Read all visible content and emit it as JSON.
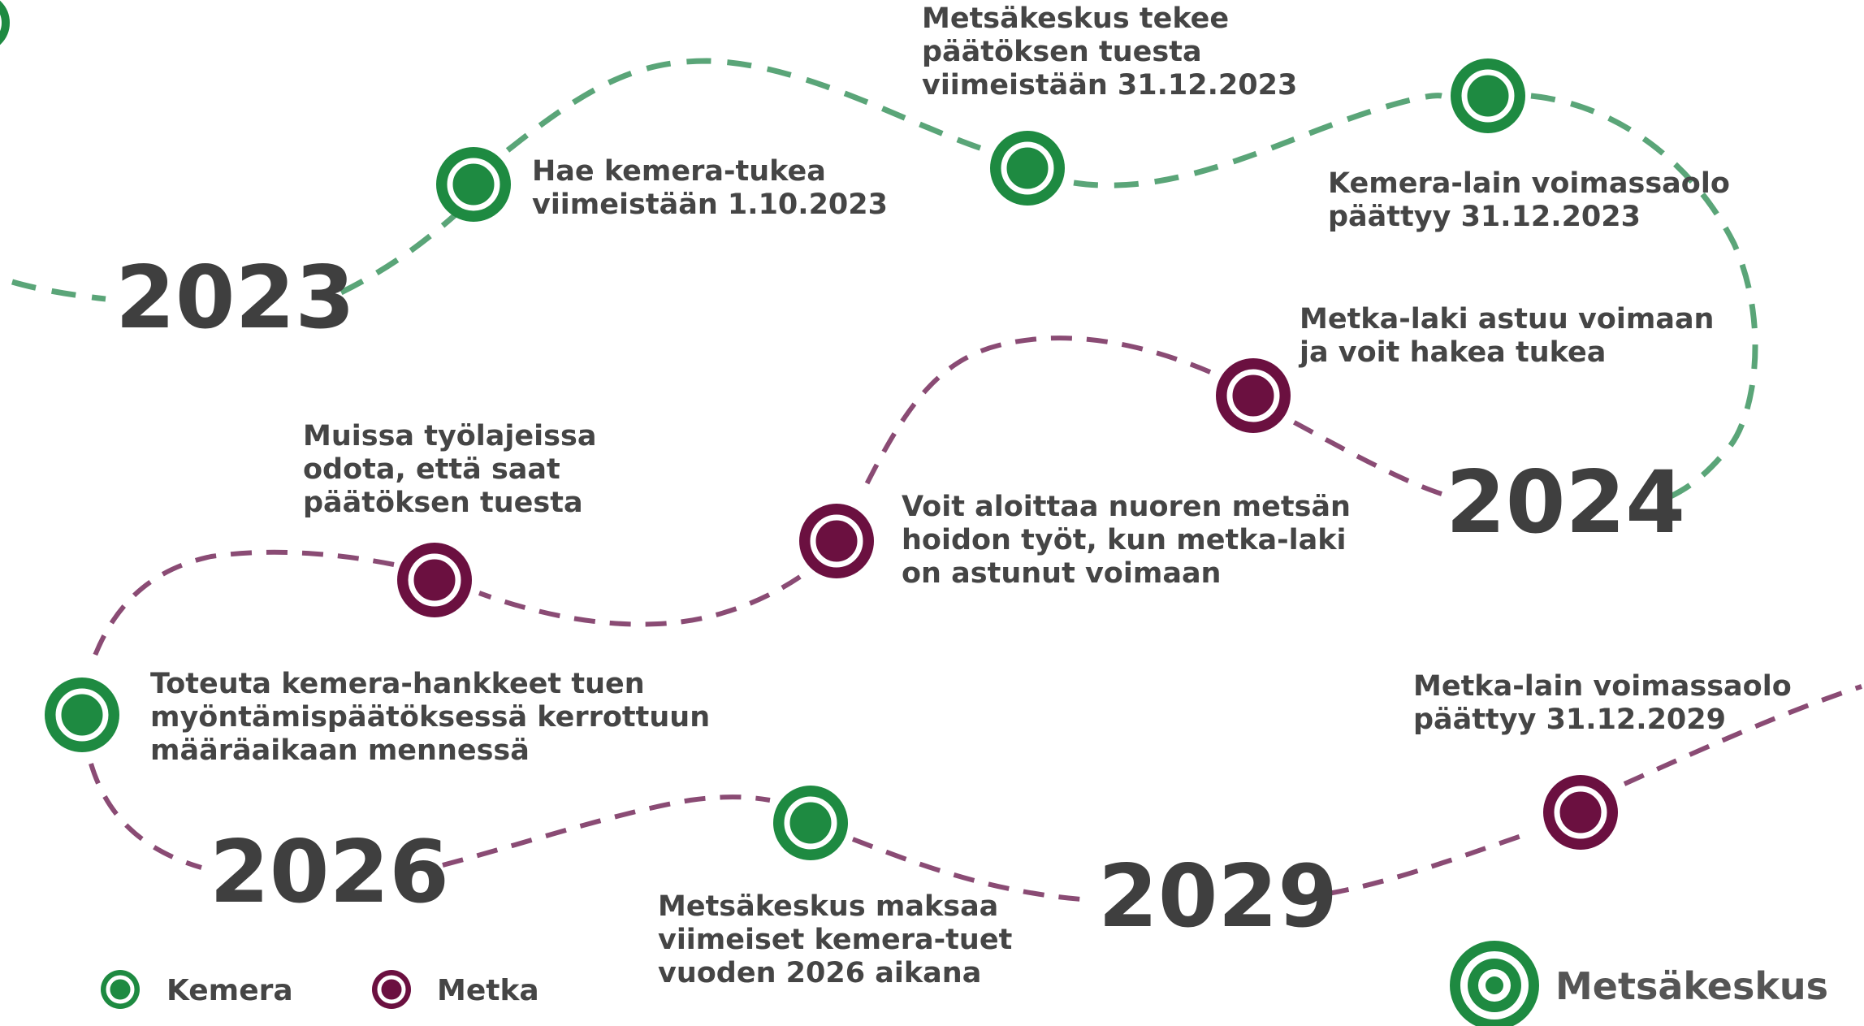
{
  "colors": {
    "kemera": "#1e8a41",
    "metka": "#6b1040",
    "kemera_path": "#5aa578",
    "metka_path": "#8a4b74",
    "text": "#454545"
  },
  "years": {
    "y2023": "2023",
    "y2024": "2024",
    "y2026": "2026",
    "y2029": "2029"
  },
  "milestones": [
    {
      "type": "kemera",
      "lines": [
        "Hae kemera-tukea",
        "viimeistään 1.10.2023"
      ]
    },
    {
      "type": "kemera",
      "lines": [
        "Metsäkeskus tekee",
        "päätöksen tuesta",
        "viimeistään 31.12.2023"
      ]
    },
    {
      "type": "kemera",
      "lines": [
        "Kemera-lain voimassaolo",
        "päättyy 31.12.2023"
      ]
    },
    {
      "type": "metka",
      "lines": [
        "Metka-laki astuu voimaan",
        "ja voit hakea tukea"
      ]
    },
    {
      "type": "metka",
      "lines": [
        "Voit aloittaa nuoren metsän",
        "hoidon työt, kun metka-laki",
        "on astunut voimaan"
      ]
    },
    {
      "type": "metka",
      "lines": [
        "Muissa työlajeissa",
        "odota, että saat",
        "päätöksen tuesta"
      ]
    },
    {
      "type": "kemera",
      "lines": [
        "Toteuta kemera-hankkeet tuen",
        "myöntämispäätöksessä kerrottuun",
        "määräaikaan mennessä"
      ]
    },
    {
      "type": "kemera",
      "lines": [
        "Metsäkeskus maksaa",
        "viimeiset kemera-tuet",
        "vuoden 2026 aikana"
      ]
    },
    {
      "type": "metka",
      "lines": [
        "Metka-lain voimassaolo",
        "päättyy 31.12.2029"
      ]
    }
  ],
  "legend": {
    "kemera": "Kemera",
    "metka": "Metka"
  },
  "brand": {
    "name": "Metsäkeskus",
    "logo_icon": "metsakeskus-logo-icon"
  }
}
